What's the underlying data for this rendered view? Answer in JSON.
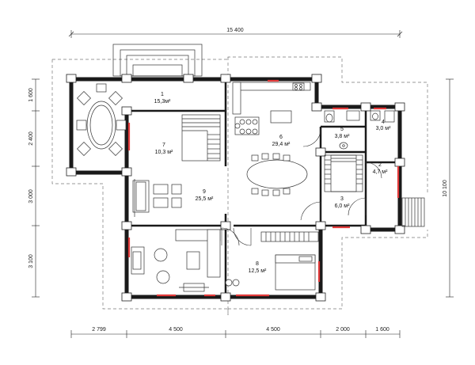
{
  "plan": {
    "dimensions": {
      "top_total": "15 400",
      "bottom": [
        "2 799",
        "4 500",
        "4 500",
        "2 000",
        "1 600"
      ],
      "left": [
        "1 600",
        "2 400",
        "3 000",
        "3 100"
      ],
      "right_total": "10 100"
    },
    "rooms": [
      {
        "num": "1",
        "area": "15,3м²"
      },
      {
        "num": "2",
        "area": "4,7 м²"
      },
      {
        "num": "3",
        "area": "6,0 м²"
      },
      {
        "num": "4",
        "area": "3,0 м²"
      },
      {
        "num": "5",
        "area": "3,8 м²"
      },
      {
        "num": "6",
        "area": "29,4 м²"
      },
      {
        "num": "7",
        "area": "10,3 м²"
      },
      {
        "num": "8",
        "area": "12,5 м²"
      },
      {
        "num": "9",
        "area": "25,5 м²"
      }
    ],
    "colors": {
      "window": "#e23a3a",
      "wall": "#1a1a1a"
    }
  }
}
